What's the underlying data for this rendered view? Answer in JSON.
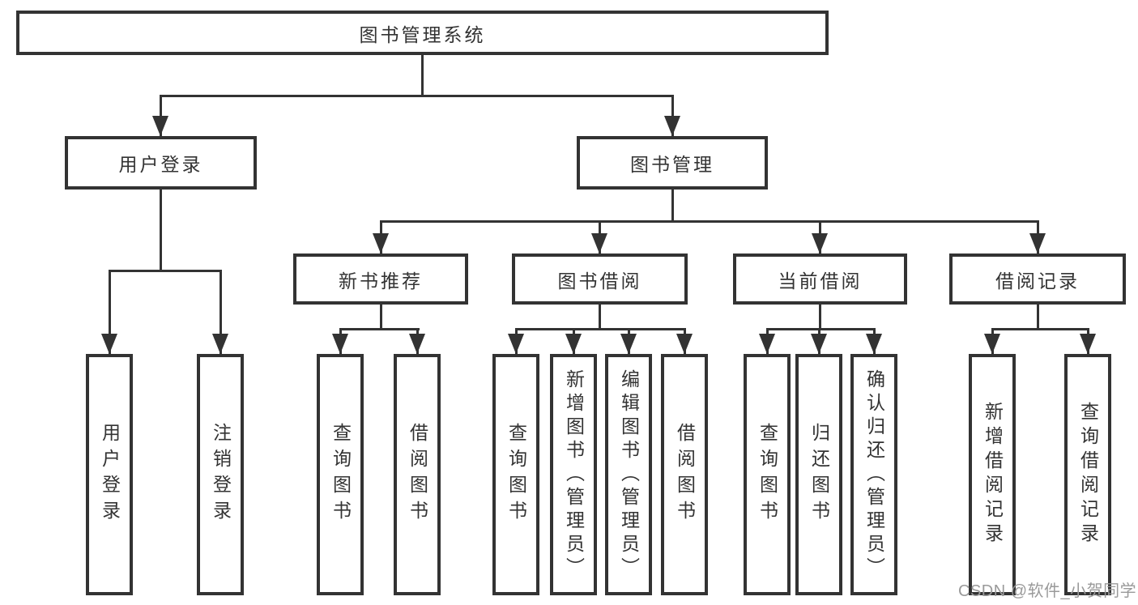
{
  "root": {
    "label": "图书管理系统"
  },
  "level2": [
    {
      "label": "用户登录"
    },
    {
      "label": "图书管理"
    }
  ],
  "level3": [
    {
      "label": "新书推荐"
    },
    {
      "label": "图书借阅"
    },
    {
      "label": "当前借阅"
    },
    {
      "label": "借阅记录"
    }
  ],
  "leaves": [
    {
      "label": "用户登录"
    },
    {
      "label": "注销登录"
    },
    {
      "label": "查询图书"
    },
    {
      "label": "借阅图书"
    },
    {
      "label": "查询图书"
    },
    {
      "label": "新增图书（管理员）"
    },
    {
      "label": "编辑图书（管理员）"
    },
    {
      "label": "借阅图书"
    },
    {
      "label": "查询图书"
    },
    {
      "label": "归还图书"
    },
    {
      "label": "确认归还（管理员）"
    },
    {
      "label": "新增借阅记录"
    },
    {
      "label": "查询借阅记录"
    }
  ],
  "watermark": {
    "text": "CSDN @软件_小贺同学"
  },
  "colors": {
    "line": "#333333",
    "text": "#333333",
    "background": "#ffffff",
    "watermark": "#9a9a9a"
  }
}
